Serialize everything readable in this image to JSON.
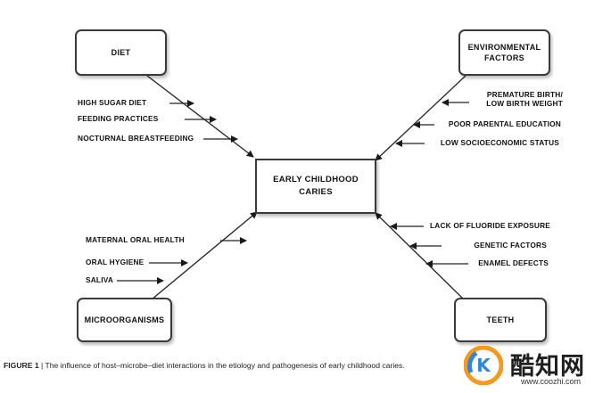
{
  "diagram": {
    "center": {
      "line1": "EARLY CHILDHOOD",
      "line2": "CARIES"
    },
    "diet": {
      "title": "DIET",
      "factors": [
        "HIGH SUGAR DIET",
        "FEEDING PRACTICES",
        "NOCTURNAL BREASTFEEDING"
      ]
    },
    "environmental": {
      "title_line1": "ENVIRONMENTAL",
      "title_line2": "FACTORS",
      "factors": [
        {
          "line1": "PREMATURE BIRTH/",
          "line2": "LOW BIRTH WEIGHT"
        },
        {
          "line1": "POOR PARENTAL EDUCATION"
        },
        {
          "line1": "LOW SOCIOECONOMIC STATUS"
        }
      ]
    },
    "microorganisms": {
      "title": "MICROORGANISMS",
      "factors": [
        "MATERNAL ORAL HEALTH",
        "ORAL HYGIENE",
        "SALIVA"
      ]
    },
    "teeth": {
      "title": "TEETH",
      "factors": [
        "LACK OF FLUORIDE EXPOSURE",
        "GENETIC FACTORS",
        "ENAMEL DEFECTS"
      ]
    }
  },
  "caption": {
    "label": "FIGURE 1",
    "text": " | The influence of host–microbe–diet interactions in the etiology and pathogenesis of early childhood caries."
  },
  "watermark": {
    "brand": "酷知网",
    "url": "www.coozhi.com"
  }
}
